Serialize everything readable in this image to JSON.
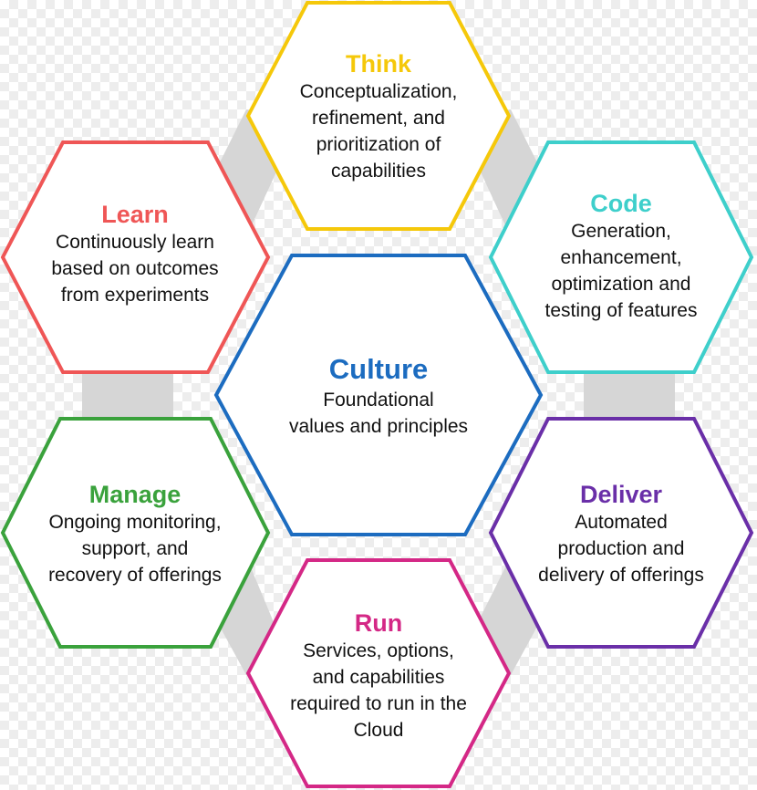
{
  "colors": {
    "think": "#F5C80A",
    "code": "#3ECFCB",
    "deliver": "#6A2FA8",
    "run": "#D42886",
    "manage": "#3AA23C",
    "learn": "#EF5656",
    "culture": "#1C6CC0",
    "connector": "#D6D6D6"
  },
  "hexes": {
    "think": {
      "title": "Think",
      "desc": "Conceptualization,\nrefinement, and\nprioritization of\ncapabilities"
    },
    "code": {
      "title": "Code",
      "desc": "Generation,\nenhancement,\noptimization and\ntesting of features"
    },
    "deliver": {
      "title": "Deliver",
      "desc": "Automated\nproduction and\ndelivery of offerings"
    },
    "run": {
      "title": "Run",
      "desc": "Services, options,\nand capabilities\nrequired to run in the\nCloud"
    },
    "manage": {
      "title": "Manage",
      "desc": "Ongoing monitoring,\nsupport, and\nrecovery of offerings"
    },
    "learn": {
      "title": "Learn",
      "desc": "Continuously learn\nbased on outcomes\nfrom experiments"
    },
    "culture": {
      "title": "Culture",
      "desc": "Foundational\nvalues and principles"
    }
  }
}
